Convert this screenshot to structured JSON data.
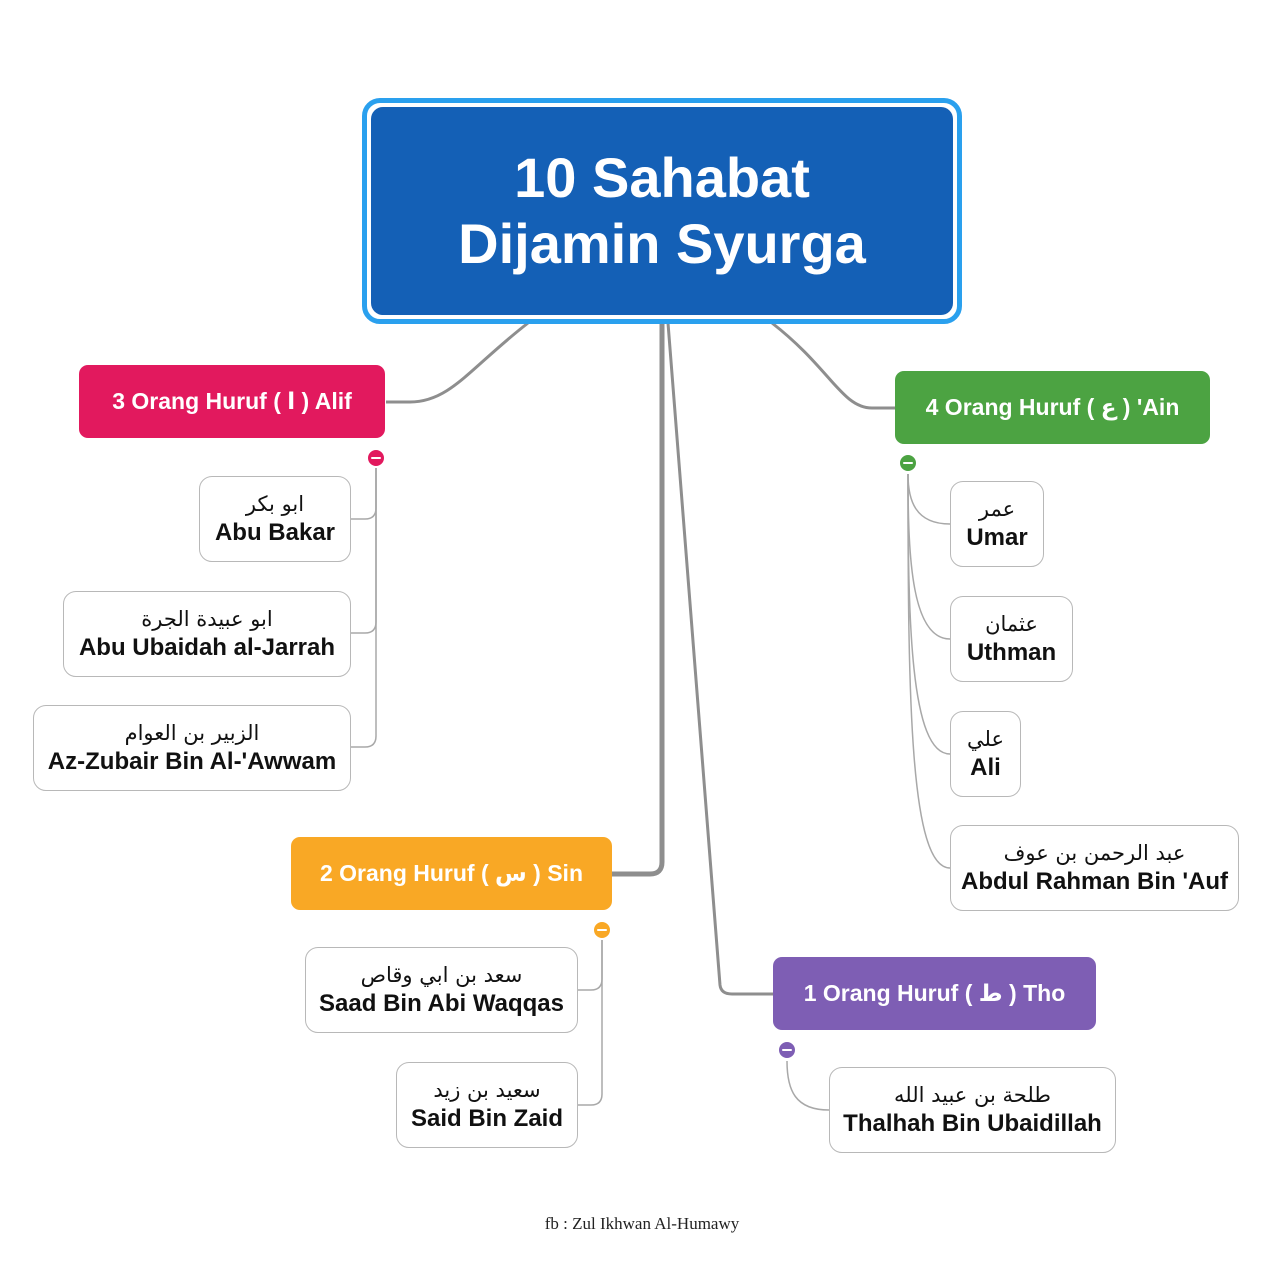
{
  "title": "10 Sahabat Dijamin Syurga",
  "branches": [
    {
      "label": "3 Orang Huruf ( ا ) Alif",
      "color": "#e2195e",
      "members": [
        {
          "arabic": "ابو بكر",
          "latin": "Abu Bakar"
        },
        {
          "arabic": "ابو عبيدة الجرة",
          "latin": "Abu Ubaidah al-Jarrah"
        },
        {
          "arabic": "الزبير بن العوام",
          "latin": "Az-Zubair Bin Al-'Awwam"
        }
      ]
    },
    {
      "label": "4 Orang Huruf ( ع ) 'Ain",
      "color": "#4ca342",
      "members": [
        {
          "arabic": "عمر",
          "latin": "Umar"
        },
        {
          "arabic": "عثمان",
          "latin": "Uthman"
        },
        {
          "arabic": "علي",
          "latin": "Ali"
        },
        {
          "arabic": "عبد الرحمن بن عوف",
          "latin": "Abdul Rahman Bin 'Auf"
        }
      ]
    },
    {
      "label": "2 Orang Huruf ( س ) Sin",
      "color": "#f9a825",
      "members": [
        {
          "arabic": "سعد بن ابي وقاص",
          "latin": "Saad Bin Abi Waqqas"
        },
        {
          "arabic": "سعيد بن زيد",
          "latin": "Said Bin Zaid"
        }
      ]
    },
    {
      "label": "1 Orang Huruf ( ط ) Tho",
      "color": "#7e5eb4",
      "members": [
        {
          "arabic": "طلحة بن عبيد الله",
          "latin": "Thalhah Bin Ubaidillah"
        }
      ]
    }
  ],
  "credit": "fb : Zul Ikhwan Al-Humawy"
}
